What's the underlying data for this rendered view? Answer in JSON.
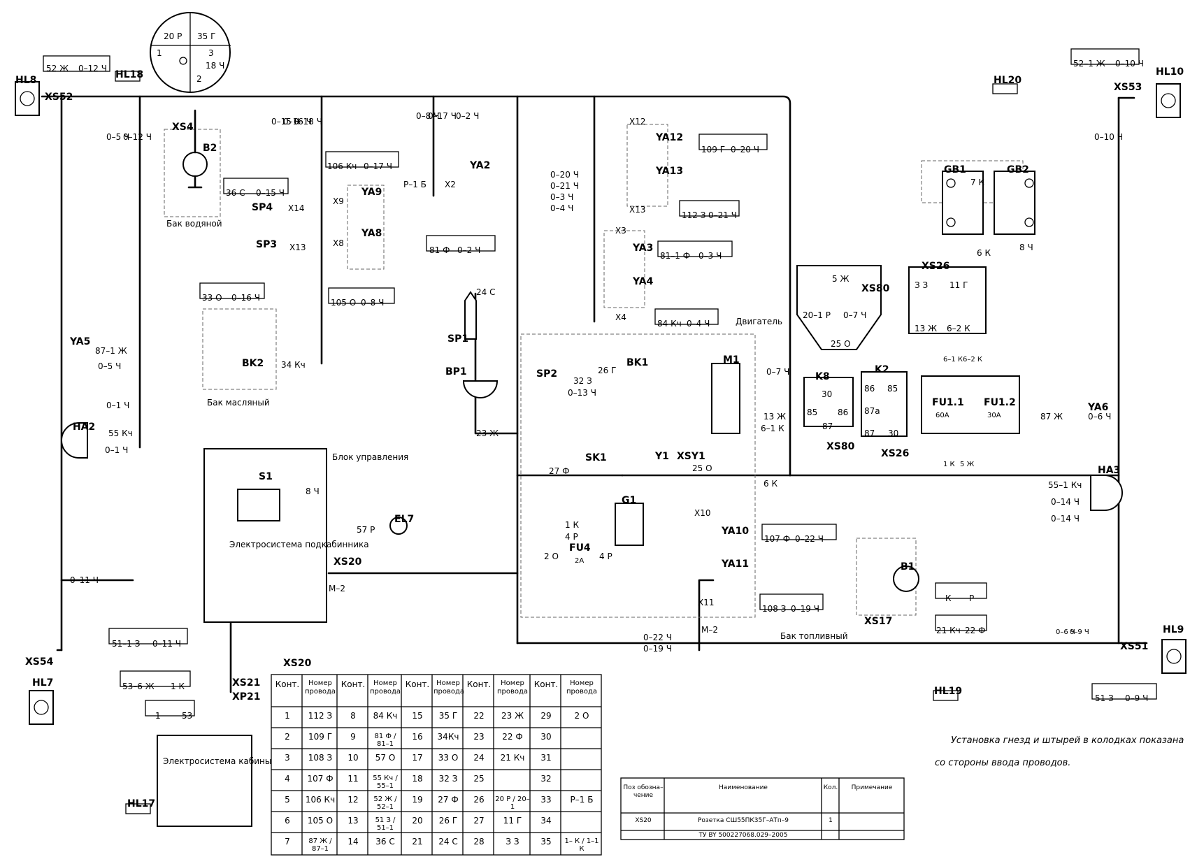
{
  "components": [
    {
      "id": "hl8",
      "text": "HL8"
    },
    {
      "id": "xs52",
      "text": "XS52"
    },
    {
      "id": "hl18",
      "text": "HL18"
    },
    {
      "id": "xs4",
      "text": "XS4"
    },
    {
      "id": "b2",
      "text": "B2"
    },
    {
      "id": "bak_vodyanoy",
      "text": "Бак водяной"
    },
    {
      "id": "sp4",
      "text": "SP4"
    },
    {
      "id": "x14",
      "text": "X14"
    },
    {
      "id": "sp3",
      "text": "SP3"
    },
    {
      "id": "x13a",
      "text": "X13"
    },
    {
      "id": "ya5",
      "text": "YA5"
    },
    {
      "id": "bk2",
      "text": "BK2"
    },
    {
      "id": "bak_maslyany",
      "text": "Бак масляный"
    },
    {
      "id": "ha2",
      "text": "HA2"
    },
    {
      "id": "x9",
      "text": "X9"
    },
    {
      "id": "ya9",
      "text": "YA9"
    },
    {
      "id": "x8",
      "text": "X8"
    },
    {
      "id": "ya8",
      "text": "YA8"
    },
    {
      "id": "x2",
      "text": "X2"
    },
    {
      "id": "ya2",
      "text": "YA2"
    },
    {
      "id": "sp1",
      "text": "SP1"
    },
    {
      "id": "bp1",
      "text": "BP1"
    },
    {
      "id": "s1",
      "text": "S1"
    },
    {
      "id": "blok_upr",
      "text": "Блок управления"
    },
    {
      "id": "el_podkab",
      "text": "Электросистема подкабинника"
    },
    {
      "id": "xs20a",
      "text": "XS20"
    },
    {
      "id": "el7",
      "text": "EL7"
    },
    {
      "id": "x12",
      "text": "X12"
    },
    {
      "id": "ya12",
      "text": "YA12"
    },
    {
      "id": "ya13",
      "text": "YA13"
    },
    {
      "id": "x13b",
      "text": "X13"
    },
    {
      "id": "x3",
      "text": "X3"
    },
    {
      "id": "ya3",
      "text": "YA3"
    },
    {
      "id": "ya4",
      "text": "YA4"
    },
    {
      "id": "x4",
      "text": "X4"
    },
    {
      "id": "dvigatel",
      "text": "Двигатель"
    },
    {
      "id": "sp2",
      "text": "SP2"
    },
    {
      "id": "bk1",
      "text": "BK1"
    },
    {
      "id": "m1",
      "text": "M1"
    },
    {
      "id": "sk1",
      "text": "SK1"
    },
    {
      "id": "y1",
      "text": "Y1"
    },
    {
      "id": "xsy1",
      "text": "XSY1"
    },
    {
      "id": "g1",
      "text": "G1"
    },
    {
      "id": "fu4",
      "text": "FU4"
    },
    {
      "id": "fu4a",
      "text": "2A"
    },
    {
      "id": "x10",
      "text": "X10"
    },
    {
      "id": "ya10",
      "text": "YA10"
    },
    {
      "id": "ya11",
      "text": "YA11"
    },
    {
      "id": "x11",
      "text": "X11"
    },
    {
      "id": "m2a",
      "text": "М–2"
    },
    {
      "id": "m2b",
      "text": "М–2"
    },
    {
      "id": "hl20",
      "text": "HL20"
    },
    {
      "id": "hl10",
      "text": "HL10"
    },
    {
      "id": "xs53",
      "text": "XS53"
    },
    {
      "id": "gb1",
      "text": "GB1"
    },
    {
      "id": "gb2",
      "text": "GB2"
    },
    {
      "id": "xs26",
      "text": "XS26"
    },
    {
      "id": "xs80",
      "text": "XS80"
    },
    {
      "id": "k8",
      "text": "K8"
    },
    {
      "id": "k2",
      "text": "K2"
    },
    {
      "id": "fu11",
      "text": "FU1.1"
    },
    {
      "id": "fu12",
      "text": "FU1.2"
    },
    {
      "id": "fu11a",
      "text": "60A"
    },
    {
      "id": "fu12a",
      "text": "30A"
    },
    {
      "id": "xs80b",
      "text": "XS80"
    },
    {
      "id": "xs26b",
      "text": "XS26"
    },
    {
      "id": "ya6",
      "text": "YA6"
    },
    {
      "id": "ha3",
      "text": "HA3"
    },
    {
      "id": "b1",
      "text": "B1"
    },
    {
      "id": "xs17",
      "text": "XS17"
    },
    {
      "id": "bak_topl",
      "text": "Бак топливный"
    },
    {
      "id": "hl9",
      "text": "HL9"
    },
    {
      "id": "xs51",
      "text": "XS51"
    },
    {
      "id": "hl19",
      "text": "HL19"
    },
    {
      "id": "xs54",
      "text": "XS54"
    },
    {
      "id": "hl7",
      "text": "HL7"
    },
    {
      "id": "xs21",
      "text": "XS21"
    },
    {
      "id": "xp21",
      "text": "XP21"
    },
    {
      "id": "xs20b",
      "text": "XS20"
    },
    {
      "id": "el_kab",
      "text": "Электросистема кабины"
    },
    {
      "id": "hl17",
      "text": "HL17"
    }
  ],
  "wire_labels": [
    {
      "id": "w1",
      "text": "52 Ж"
    },
    {
      "id": "w2",
      "text": "0–12 Ч"
    },
    {
      "id": "w3",
      "text": "20 Р"
    },
    {
      "id": "w4",
      "text": "35 Г"
    },
    {
      "id": "w5",
      "text": "1"
    },
    {
      "id": "w6",
      "text": "3"
    },
    {
      "id": "w7",
      "text": "18 Ч"
    },
    {
      "id": "w8",
      "text": "2"
    },
    {
      "id": "w9",
      "text": "0–5 Ч"
    },
    {
      "id": "w10",
      "text": "0–12 Ч"
    },
    {
      "id": "w11",
      "text": "0–15 Ч"
    },
    {
      "id": "w12",
      "text": "0–16 Ч"
    },
    {
      "id": "w13",
      "text": "0–18 Ч"
    },
    {
      "id": "w14",
      "text": "36 С"
    },
    {
      "id": "w15",
      "text": "0–15 Ч"
    },
    {
      "id": "w16",
      "text": "33 О"
    },
    {
      "id": "w17",
      "text": "0–16 Ч"
    },
    {
      "id": "w18",
      "text": "87–1 Ж"
    },
    {
      "id": "w19",
      "text": "0–5 Ч"
    },
    {
      "id": "w20",
      "text": "34 Кч"
    },
    {
      "id": "w21",
      "text": "0–1 Ч"
    },
    {
      "id": "w22",
      "text": "55 Кч"
    },
    {
      "id": "w23",
      "text": "0–1 Ч"
    },
    {
      "id": "w24",
      "text": "0–8 Ч"
    },
    {
      "id": "w25",
      "text": "0–17 Ч"
    },
    {
      "id": "w26",
      "text": "0–2 Ч"
    },
    {
      "id": "w27",
      "text": "106 Кч"
    },
    {
      "id": "w28",
      "text": "0–17 Ч"
    },
    {
      "id": "w29",
      "text": "105 О"
    },
    {
      "id": "w30",
      "text": "0–8 Ч"
    },
    {
      "id": "w31",
      "text": "Р–1 Б"
    },
    {
      "id": "w32",
      "text": "81 Ф"
    },
    {
      "id": "w33",
      "text": "0–2 Ч"
    },
    {
      "id": "w34",
      "text": "24 С"
    },
    {
      "id": "w35",
      "text": "23 Ж"
    },
    {
      "id": "w36",
      "text": "8 Ч"
    },
    {
      "id": "w37",
      "text": "57 Р"
    },
    {
      "id": "w38",
      "text": "0–20 Ч"
    },
    {
      "id": "w39",
      "text": "0–21 Ч"
    },
    {
      "id": "w40",
      "text": "0–3 Ч"
    },
    {
      "id": "w41",
      "text": "0–4 Ч"
    },
    {
      "id": "w42",
      "text": "109 Г"
    },
    {
      "id": "w43",
      "text": "0–20 Ч"
    },
    {
      "id": "w44",
      "text": "112 З"
    },
    {
      "id": "w45",
      "text": "0–21 Ч"
    },
    {
      "id": "w46",
      "text": "81–1 Ф"
    },
    {
      "id": "w47",
      "text": "0–3 Ч"
    },
    {
      "id": "w48",
      "text": "84 Кч"
    },
    {
      "id": "w49",
      "text": "0–4 Ч"
    },
    {
      "id": "w50",
      "text": "32 З"
    },
    {
      "id": "w51",
      "text": "0–13 Ч"
    },
    {
      "id": "w52",
      "text": "26 Г"
    },
    {
      "id": "w53",
      "text": "0–7 Ч"
    },
    {
      "id": "w54",
      "text": "13 Ж"
    },
    {
      "id": "w55",
      "text": "6–1 К"
    },
    {
      "id": "w56",
      "text": "27 Ф"
    },
    {
      "id": "w57",
      "text": "25 О"
    },
    {
      "id": "w58",
      "text": "6 К"
    },
    {
      "id": "w59",
      "text": "1 К"
    },
    {
      "id": "w60",
      "text": "4 Р"
    },
    {
      "id": "w61",
      "text": "2 О"
    },
    {
      "id": "w62",
      "text": "4 Р"
    },
    {
      "id": "w63",
      "text": "107 Ф"
    },
    {
      "id": "w64",
      "text": "0–22 Ч"
    },
    {
      "id": "w65",
      "text": "108 З"
    },
    {
      "id": "w66",
      "text": "0–19 Ч"
    },
    {
      "id": "w67",
      "text": "0–22 Ч"
    },
    {
      "id": "w68",
      "text": "0–19 Ч"
    },
    {
      "id": "w69",
      "text": "52–1 Ж"
    },
    {
      "id": "w70",
      "text": "0–10 Ч"
    },
    {
      "id": "w71",
      "text": "0–10 Ч"
    },
    {
      "id": "w72",
      "text": "7 К"
    },
    {
      "id": "w73",
      "text": "6 К"
    },
    {
      "id": "w74",
      "text": "8 Ч"
    },
    {
      "id": "w75",
      "text": "5 Ж"
    },
    {
      "id": "w76",
      "text": "20–1 Р"
    },
    {
      "id": "w77",
      "text": "0–7 Ч"
    },
    {
      "id": "w78",
      "text": "25 О"
    },
    {
      "id": "w79",
      "text": "З З"
    },
    {
      "id": "w80",
      "text": "11 Г"
    },
    {
      "id": "w81",
      "text": "13 Ж"
    },
    {
      "id": "w82",
      "text": "6–2 К"
    },
    {
      "id": "w83",
      "text": "30"
    },
    {
      "id": "w84",
      "text": "85"
    },
    {
      "id": "w85",
      "text": "86"
    },
    {
      "id": "w86",
      "text": "87"
    },
    {
      "id": "w87",
      "text": "86"
    },
    {
      "id": "w88",
      "text": "85"
    },
    {
      "id": "w89",
      "text": "87а"
    },
    {
      "id": "w90",
      "text": "87"
    },
    {
      "id": "w91",
      "text": "30"
    },
    {
      "id": "w92",
      "text": "6–1 К"
    },
    {
      "id": "w93",
      "text": "6–2 К"
    },
    {
      "id": "w94",
      "text": "1 К"
    },
    {
      "id": "w95",
      "text": "5 Ж"
    },
    {
      "id": "w96",
      "text": "87 Ж"
    },
    {
      "id": "w97",
      "text": "0–6 Ч"
    },
    {
      "id": "w98",
      "text": "55–1 Кч"
    },
    {
      "id": "w99",
      "text": "0–14 Ч"
    },
    {
      "id": "w100",
      "text": "0–14 Ч"
    },
    {
      "id": "w101",
      "text": "К"
    },
    {
      "id": "w102",
      "text": "Р"
    },
    {
      "id": "w103",
      "text": "21 Кч"
    },
    {
      "id": "w104",
      "text": "22 Ф"
    },
    {
      "id": "w105",
      "text": "0–6 Ч"
    },
    {
      "id": "w106",
      "text": "0–9 Ч"
    },
    {
      "id": "w107",
      "text": "51 З"
    },
    {
      "id": "w108",
      "text": "0–9 Ч"
    },
    {
      "id": "w109",
      "text": "0–11 Ч"
    },
    {
      "id": "w110",
      "text": "51–1 З"
    },
    {
      "id": "w111",
      "text": "0–11 Ч"
    },
    {
      "id": "w112",
      "text": "53–6 Ж"
    },
    {
      "id": "w113",
      "text": "1 К"
    },
    {
      "id": "w114",
      "text": "1"
    },
    {
      "id": "w115",
      "text": "53"
    }
  ],
  "table": {
    "headers": [
      "Конт.",
      "Номер провода",
      "Конт.",
      "Номер провода",
      "Конт.",
      "Номер провода",
      "Конт.",
      "Номер провода",
      "Конт.",
      "Номер провода"
    ],
    "rows": [
      [
        "1",
        "112 З",
        "8",
        "84 Кч",
        "15",
        "35 Г",
        "22",
        "23 Ж",
        "29",
        "2 О"
      ],
      [
        "2",
        "109 Г",
        "9",
        "81 Ф / 81–1",
        "16",
        "34Кч",
        "23",
        "22 Ф",
        "30",
        ""
      ],
      [
        "3",
        "108 З",
        "10",
        "57 О",
        "17",
        "33 О",
        "24",
        "21 Кч",
        "31",
        ""
      ],
      [
        "4",
        "107 Ф",
        "11",
        "55 Кч / 55–1",
        "18",
        "32 З",
        "25",
        "",
        "32",
        ""
      ],
      [
        "5",
        "106 Кч",
        "12",
        "52 Ж / 52–1",
        "19",
        "27 Ф",
        "26",
        "20 Р / 20–1",
        "33",
        "Р–1 Б"
      ],
      [
        "6",
        "105 О",
        "13",
        "51 З / 51–1",
        "20",
        "26 Г",
        "27",
        "11 Г",
        "34",
        ""
      ],
      [
        "7",
        "87 Ж / 87–1",
        "14",
        "36 С",
        "21",
        "24 С",
        "28",
        "З З",
        "35",
        "1– К / 1–1 К"
      ]
    ]
  },
  "spec_table": {
    "headers": [
      "Поз обозна– чение",
      "Наименование",
      "Кол.",
      "Примечание"
    ],
    "row_pos": "XS20",
    "row_name": "Розетка СШ55ПК35Г–АТп–9",
    "row_qty": "1",
    "row_name2": "ТУ BY 500227068.029–2005"
  },
  "note_line1": "Установка гнезд и штырей в колодках показана",
  "note_line2": "со стороны ввода проводов."
}
